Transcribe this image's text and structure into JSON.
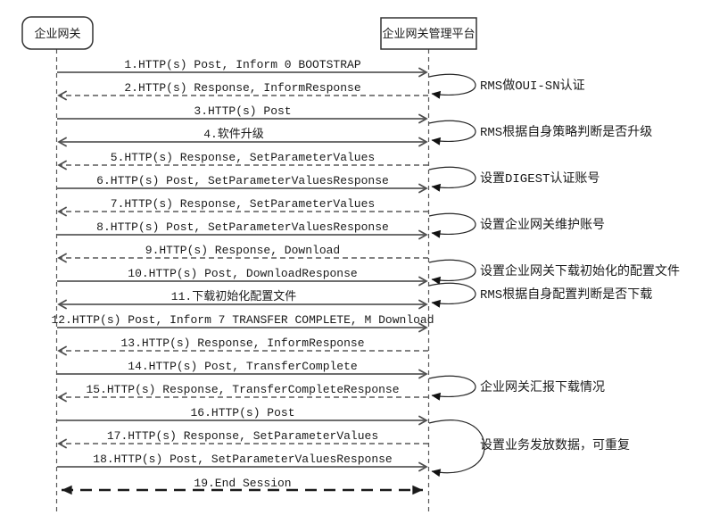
{
  "diagram_type": "sequence-diagram",
  "actors": [
    {
      "name": "企业网关",
      "shape": "rounded-rect"
    },
    {
      "name": "企业网关管理平台",
      "shape": "rect"
    }
  ],
  "messages": [
    {
      "num": 1,
      "label": "1.HTTP(s) Post, Inform 0 BOOTSTRAP",
      "from": "企业网关",
      "to": "企业网关管理平台",
      "line": "solid",
      "arrow": "right"
    },
    {
      "num": 2,
      "label": "2.HTTP(s) Response, InformResponse",
      "from": "企业网关管理平台",
      "to": "企业网关",
      "line": "dashed",
      "arrow": "left"
    },
    {
      "num": 3,
      "label": "3.HTTP(s) Post",
      "from": "企业网关",
      "to": "企业网关管理平台",
      "line": "solid",
      "arrow": "right"
    },
    {
      "num": 4,
      "label": "4.软件升级",
      "from": "企业网关管理平台",
      "to": "企业网关",
      "line": "solid",
      "arrow": "both"
    },
    {
      "num": 5,
      "label": "5.HTTP(s) Response, SetParameterValues",
      "from": "企业网关管理平台",
      "to": "企业网关",
      "line": "dashed",
      "arrow": "left"
    },
    {
      "num": 6,
      "label": "6.HTTP(s) Post, SetParameterValuesResponse",
      "from": "企业网关",
      "to": "企业网关管理平台",
      "line": "solid",
      "arrow": "right"
    },
    {
      "num": 7,
      "label": "7.HTTP(s) Response, SetParameterValues",
      "from": "企业网关管理平台",
      "to": "企业网关",
      "line": "dashed",
      "arrow": "left"
    },
    {
      "num": 8,
      "label": "8.HTTP(s) Post, SetParameterValuesResponse",
      "from": "企业网关",
      "to": "企业网关管理平台",
      "line": "solid",
      "arrow": "right"
    },
    {
      "num": 9,
      "label": "9.HTTP(s) Response, Download",
      "from": "企业网关管理平台",
      "to": "企业网关",
      "line": "dashed",
      "arrow": "left"
    },
    {
      "num": 10,
      "label": "10.HTTP(s) Post, DownloadResponse",
      "from": "企业网关",
      "to": "企业网关管理平台",
      "line": "solid",
      "arrow": "right"
    },
    {
      "num": 11,
      "label": "11.下载初始化配置文件",
      "from": "企业网关管理平台",
      "to": "企业网关",
      "line": "solid",
      "arrow": "both"
    },
    {
      "num": 12,
      "label": "12.HTTP(s) Post, Inform 7 TRANSFER COMPLETE, M Download",
      "from": "企业网关",
      "to": "企业网关管理平台",
      "line": "solid",
      "arrow": "right"
    },
    {
      "num": 13,
      "label": "13.HTTP(s) Response, InformResponse",
      "from": "企业网关管理平台",
      "to": "企业网关",
      "line": "dashed",
      "arrow": "left"
    },
    {
      "num": 14,
      "label": "14.HTTP(s) Post, TransferComplete",
      "from": "企业网关",
      "to": "企业网关管理平台",
      "line": "solid",
      "arrow": "right"
    },
    {
      "num": 15,
      "label": "15.HTTP(s) Response, TransferCompleteResponse",
      "from": "企业网关管理平台",
      "to": "企业网关",
      "line": "dashed",
      "arrow": "left"
    },
    {
      "num": 16,
      "label": "16.HTTP(s) Post",
      "from": "企业网关",
      "to": "企业网关管理平台",
      "line": "solid",
      "arrow": "right"
    },
    {
      "num": 17,
      "label": "17.HTTP(s) Response, SetParameterValues",
      "from": "企业网关管理平台",
      "to": "企业网关",
      "line": "dashed",
      "arrow": "left"
    },
    {
      "num": 18,
      "label": "18.HTTP(s) Post, SetParameterValuesResponse",
      "from": "企业网关",
      "to": "企业网关管理平台",
      "line": "solid",
      "arrow": "right"
    },
    {
      "num": 19,
      "label": "19.End Session",
      "from": "both",
      "to": "both",
      "line": "bold-dashed",
      "arrow": "both-filled"
    }
  ],
  "annotations": [
    {
      "label": "RMS做OUI-SN认证",
      "anchor_messages": [
        1,
        2
      ]
    },
    {
      "label": "RMS根据自身策略判断是否升级",
      "anchor_messages": [
        3,
        4
      ]
    },
    {
      "label": "设置DIGEST认证账号",
      "anchor_messages": [
        5,
        6
      ]
    },
    {
      "label": "设置企业网关维护账号",
      "anchor_messages": [
        7,
        8
      ]
    },
    {
      "label": "设置企业网关下载初始化的配置文件",
      "anchor_messages": [
        9,
        10
      ]
    },
    {
      "label": "RMS根据自身配置判断是否下载",
      "anchor_messages": [
        10,
        11
      ]
    },
    {
      "label": "企业网关汇报下载情况",
      "anchor_messages": [
        14,
        15
      ]
    },
    {
      "label": "设置业务发放数据，可重复",
      "anchor_messages": [
        16,
        18
      ]
    }
  ],
  "palette": {
    "background": "#ffffff",
    "box_border": "#333333",
    "solid_line": "#6e6e6e",
    "dashed_line": "#595959",
    "bold_line": "#1a1a1a",
    "text": "#1a1a1a"
  }
}
